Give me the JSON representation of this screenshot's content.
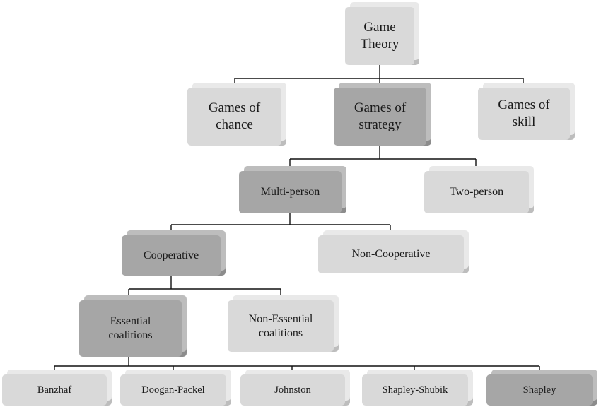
{
  "diagram": {
    "root": {
      "label": "Game\nTheory"
    },
    "level1": [
      {
        "label": "Games of\nchance"
      },
      {
        "label": "Games of\nstrategy"
      },
      {
        "label": "Games of\nskill"
      }
    ],
    "level2": [
      {
        "label": "Multi-person"
      },
      {
        "label": "Two-person"
      }
    ],
    "level3": [
      {
        "label": "Cooperative"
      },
      {
        "label": "Non-Cooperative"
      }
    ],
    "level4": [
      {
        "label": "Essential\ncoalitions"
      },
      {
        "label": "Non-Essential\ncoalitions"
      }
    ],
    "level5": [
      {
        "label": "Banzhaf"
      },
      {
        "label": "Doogan-Packel"
      },
      {
        "label": "Johnston"
      },
      {
        "label": "Shapley-Shubik"
      },
      {
        "label": "Shapley"
      }
    ]
  }
}
